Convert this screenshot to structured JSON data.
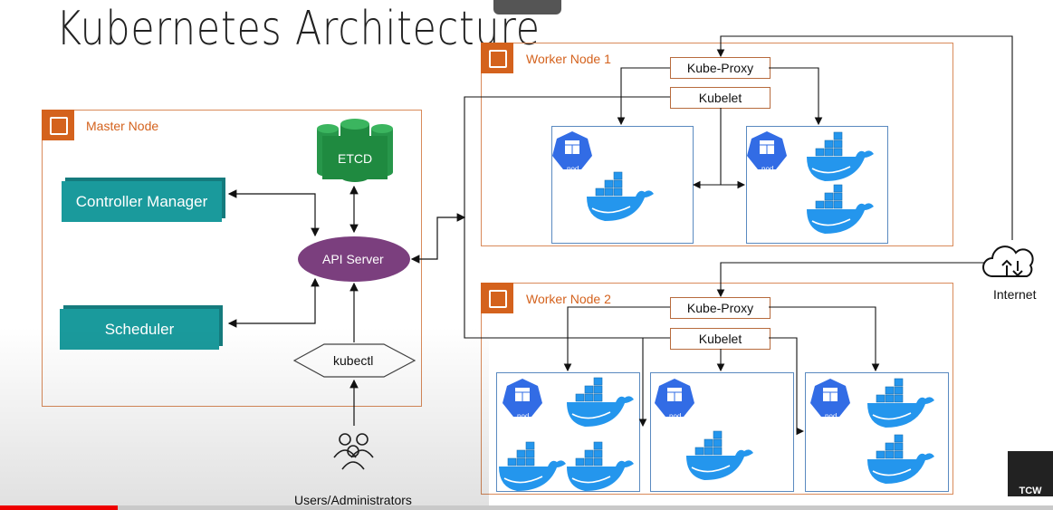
{
  "title": "Kubernetes Architecture",
  "master": {
    "label": "Master Node",
    "etcd": "ETCD",
    "controller_manager": "Controller Manager",
    "scheduler": "Scheduler",
    "api_server": "API Server",
    "kubectl": "kubectl",
    "users": "Users/Administrators"
  },
  "worker1": {
    "label": "Worker Node 1",
    "kube_proxy": "Kube-Proxy",
    "kubelet": "Kubelet"
  },
  "worker2": {
    "label": "Worker Node 2",
    "kube_proxy": "Kube-Proxy",
    "kubelet": "Kubelet"
  },
  "pod_label": "pod",
  "internet": "Internet",
  "logo": "TCW",
  "colors": {
    "teal": "#1a9a9c",
    "api_purple": "#7b3f7e",
    "etcd_green": "#27964a",
    "aws_orange": "#d4621d",
    "pod_blue": "#326ce5",
    "docker_blue": "#2496ed"
  }
}
